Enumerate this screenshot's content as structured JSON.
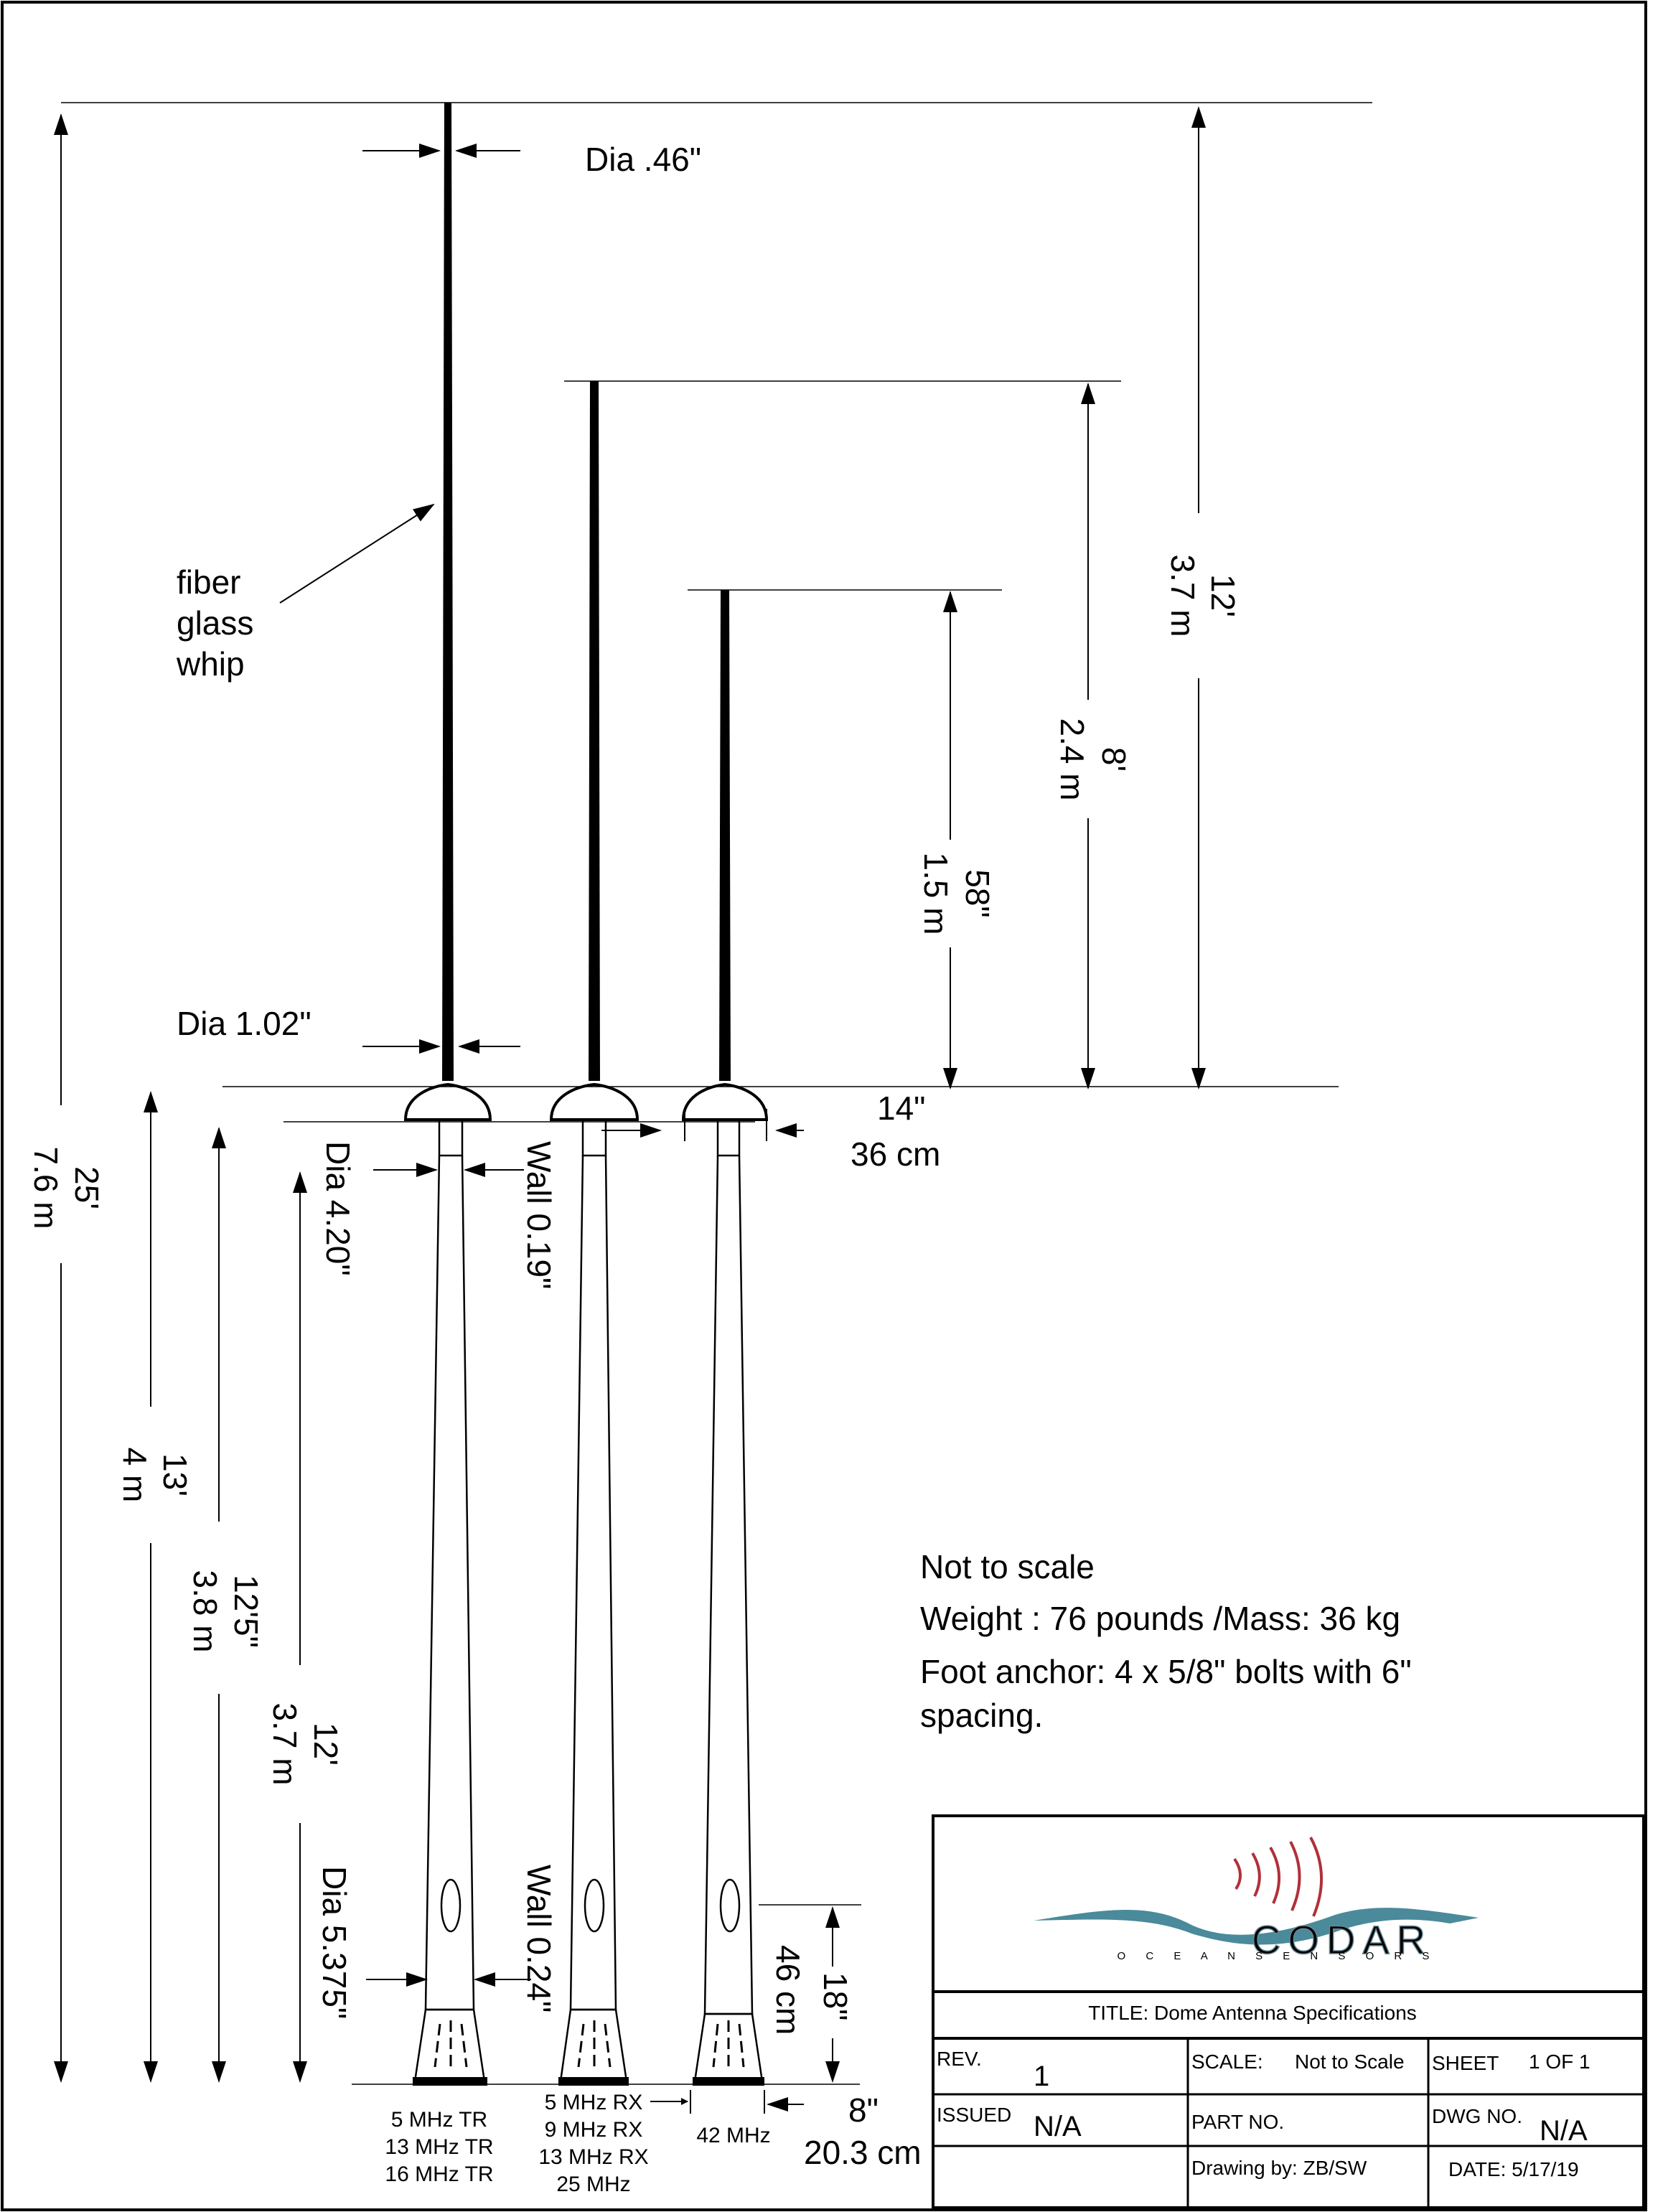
{
  "title_block": {
    "logo_word": "CODAR",
    "logo_sub": "O C E A N   S E N S O R S",
    "title": "TITLE: Dome Antenna Specifications",
    "rev_label": "REV.",
    "rev_value": "1",
    "scale_label": "SCALE:",
    "scale_value": "Not to Scale",
    "sheet_label": "SHEET",
    "sheet_value": "1 OF 1",
    "issued_label": "ISSUED",
    "issued_value": "N/A",
    "part_label": "PART NO.",
    "dwg_label": "DWG NO.",
    "dwg_value": "N/A",
    "drawn_by": "Drawing by:  ZB/SW",
    "date": "DATE: 5/17/19"
  },
  "notes": {
    "line1": "Not to scale",
    "line2": "Weight : 76 pounds /Mass: 36 kg",
    "line3": "Foot anchor:  4 x 5/8\" bolts with 6\"",
    "line4": "spacing."
  },
  "labels": {
    "dia_top": "Dia .46\"",
    "dia_whip_base": "Dia 1.02\"",
    "fiber_1": "fiber",
    "fiber_2": "glass",
    "fiber_3": "whip",
    "dia_420": "Dia 4.20\"",
    "wall_019": "Wall 0.19\"",
    "dia_5375": "Dia 5.375\"",
    "wall_024": "Wall 0.24\"",
    "dome_in": "14\"",
    "dome_cm": "36 cm",
    "base_in": "8\"",
    "base_cm": "20.3 cm",
    "hole_in": "18\"",
    "hole_cm": "46 cm"
  },
  "dimensions": {
    "total_ft": "25'",
    "total_m": "7.6 m",
    "pole1_ft": "13'",
    "pole1_m": "4 m",
    "pole2_ft": "12'5\"",
    "pole2_m": "3.8 m",
    "pole3_ft": "12'",
    "pole3_m": "3.7 m",
    "whip1_ft": "12'",
    "whip1_m": "3.7 m",
    "whip2_ft": "8'",
    "whip2_m": "2.4 m",
    "whip3_ft": "58\"",
    "whip3_m": "1.5 m"
  },
  "frequencies": {
    "ant1": [
      "5 MHz TR",
      "13 MHz TR",
      "16 MHz TR"
    ],
    "ant2": [
      "5 MHz RX",
      "9 MHz RX",
      "13 MHz RX",
      "25 MHz"
    ],
    "ant3": [
      "42 MHz"
    ]
  }
}
